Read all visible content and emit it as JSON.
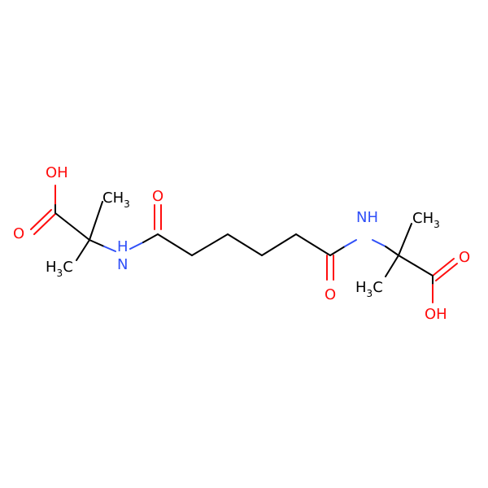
{
  "structure": {
    "colors": {
      "carbon": "#000000",
      "oxygen": "#ff0d0d",
      "nitrogen": "#3050f8",
      "background": "#ffffff"
    },
    "labels": {
      "oh_left": "OH",
      "o_left_acid": "O",
      "ch3_left_top": "CH",
      "ch3_left_top_sub": "3",
      "h3c_left_bottom": "H",
      "h3c_left_bottom_sub": "3",
      "h3c_left_bottom_c": "C",
      "nh_left": "H",
      "n_left": "N",
      "o_left_amide": "O",
      "o_right_amide": "O",
      "nh_right": "NH",
      "ch3_right_top": "CH",
      "ch3_right_top_sub": "3",
      "h3c_right_bottom": "H",
      "h3c_right_bottom_sub": "3",
      "h3c_right_bottom_c": "C",
      "o_right_acid": "O",
      "oh_right": "OH"
    }
  }
}
